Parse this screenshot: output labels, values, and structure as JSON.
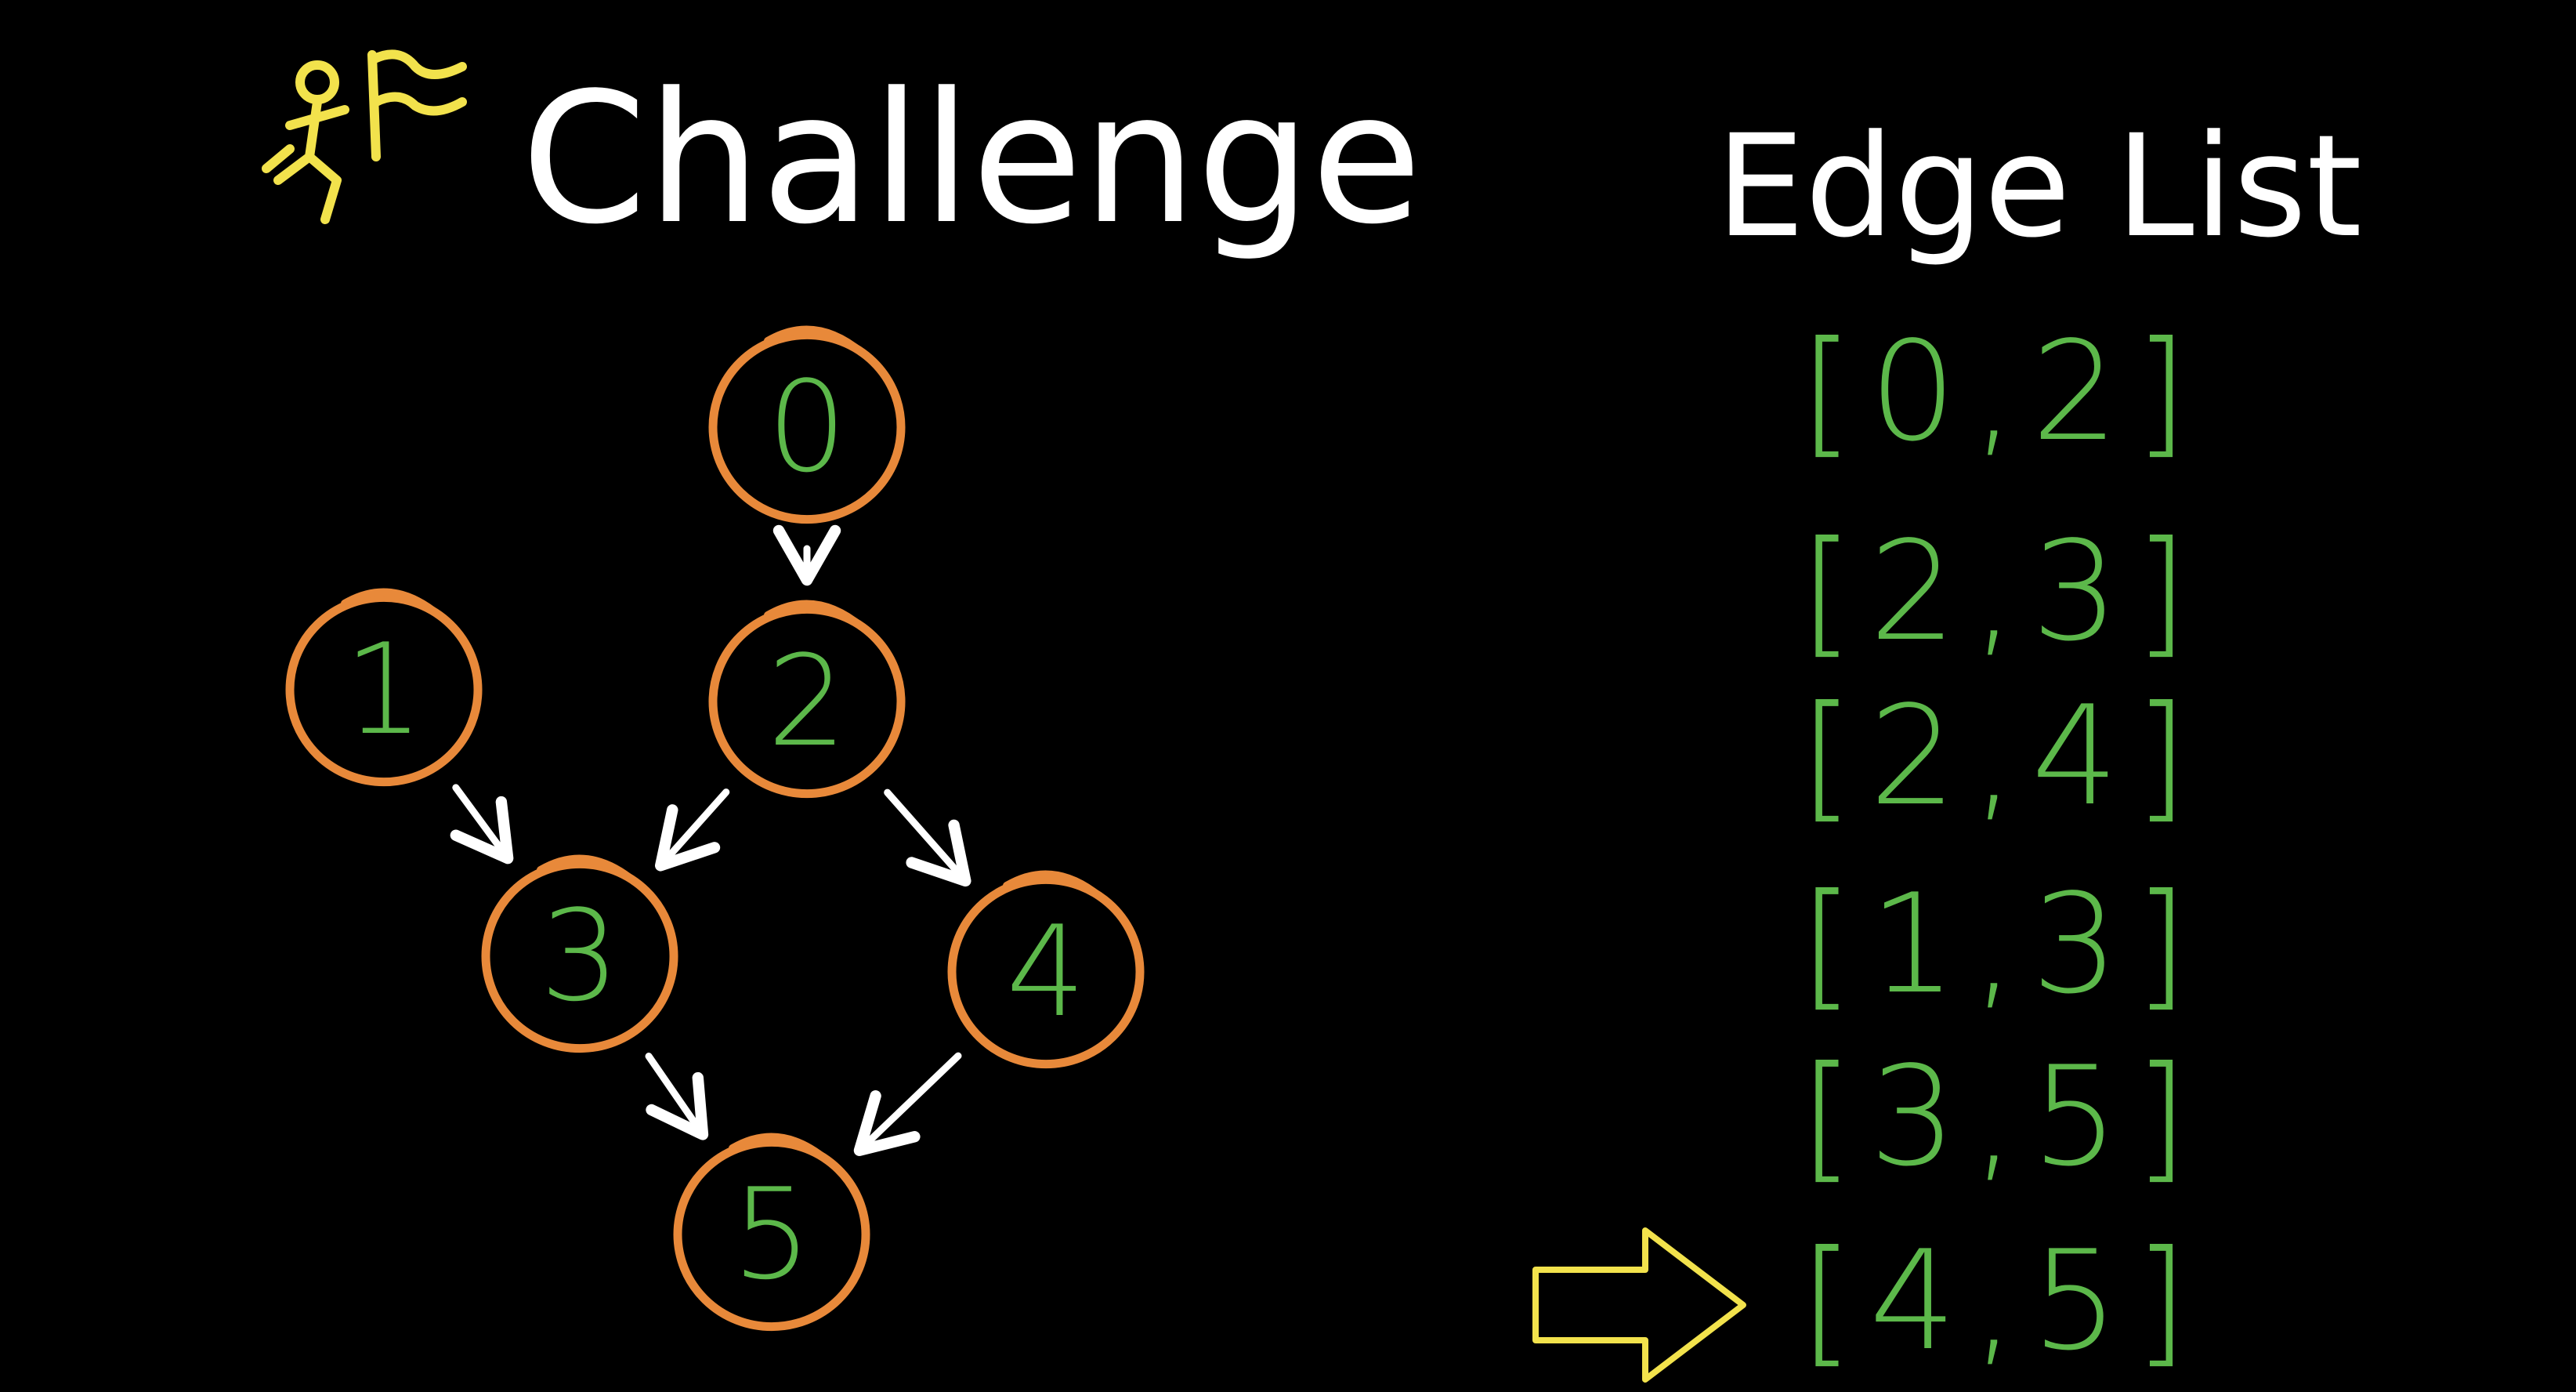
{
  "title": "Challenge",
  "edge_list_title": "Edge List",
  "icon": "runner-with-flag-icon",
  "colors": {
    "background": "#000000",
    "title": "#ffffff",
    "node_ring": "#e8893a",
    "node_label": "#5cb84a",
    "arrow": "#ffffff",
    "edge_text": "#5cb84a",
    "pointer": "#f2e24c"
  },
  "nodes": [
    {
      "id": "0",
      "label": "0"
    },
    {
      "id": "1",
      "label": "1"
    },
    {
      "id": "2",
      "label": "2"
    },
    {
      "id": "3",
      "label": "3"
    },
    {
      "id": "4",
      "label": "4"
    },
    {
      "id": "5",
      "label": "5"
    }
  ],
  "edges": [
    {
      "from": "0",
      "to": "2",
      "text": "[0,2]"
    },
    {
      "from": "2",
      "to": "3",
      "text": "[2,3]"
    },
    {
      "from": "2",
      "to": "4",
      "text": "[2,4]"
    },
    {
      "from": "1",
      "to": "3",
      "text": "[1,3]"
    },
    {
      "from": "3",
      "to": "5",
      "text": "[3,5]"
    },
    {
      "from": "4",
      "to": "5",
      "text": "[4,5]"
    }
  ],
  "pointer": {
    "icon": "right-arrow-outline-icon",
    "points_to_edge_index": 5
  }
}
